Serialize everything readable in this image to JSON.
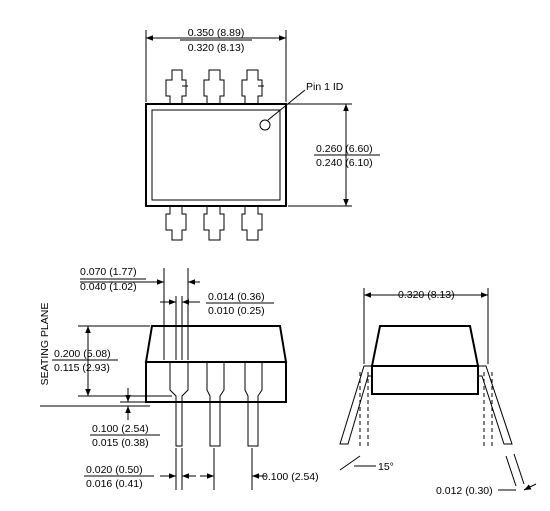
{
  "top_view": {
    "width_max": "0.350 (8.89)",
    "width_min": "0.320 (8.13)",
    "height_max": "0.260 (6.60)",
    "height_min": "0.240 (6.10)",
    "pin1_label": "Pin 1 ID"
  },
  "side_view": {
    "seating_plane": "SEATING PLANE",
    "lead_width_max": "0.070 (1.77)",
    "lead_width_min": "0.040 (1.02)",
    "lead_thickness_max": "0.014 (0.36)",
    "lead_thickness_min": "0.010 (0.25)",
    "height_max": "0.200 (5.08)",
    "height_min": "0.115 (2.93)",
    "standoff_max": "0.100 (2.54)",
    "standoff_min": "0.015 (0.38)",
    "lead_tip_max": "0.020 (0.50)",
    "lead_tip_min": "0.016 (0.41)",
    "pitch": "0.100 (2.54)"
  },
  "end_view": {
    "row_spacing": "0.320 (8.13)",
    "angle": "15°",
    "lead_thickness": "0.012 (0.30)"
  }
}
